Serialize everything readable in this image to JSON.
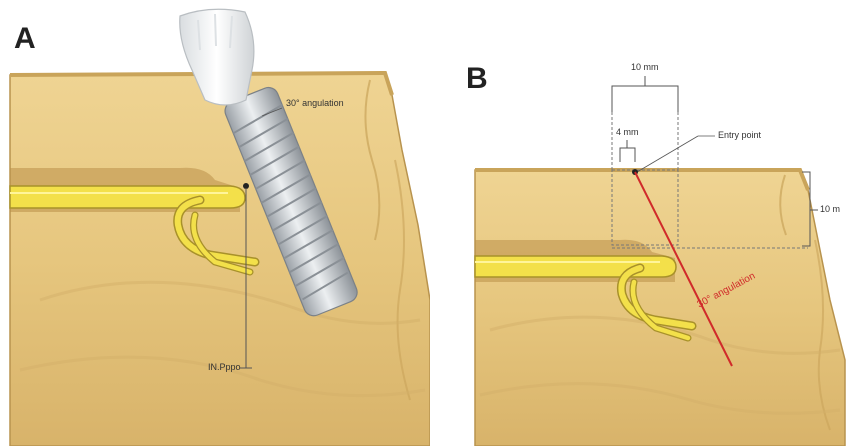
{
  "figure": {
    "panel_a": {
      "label": "A",
      "angulation_label": "30° angulation",
      "depth_label": "IN.Pppo"
    },
    "panel_b": {
      "label": "B",
      "top_span_label": "10 mm",
      "inner_span_label": "4 mm",
      "entry_point_label": "Entry point",
      "side_depth_label": "10 m",
      "angulation_label": "30° angulation"
    },
    "colors": {
      "bone": "#e6c67e",
      "bone_dark": "#c9a45a",
      "nerve": "#f3e04a",
      "nerve_outline": "#a8912a",
      "implant": "#c8ccd0",
      "crown": "#eef0f2",
      "trajectory_red": "#d02a2a",
      "annotation": "#333333"
    },
    "icons": [
      "bone-block",
      "inferior-alveolar-nerve",
      "mental-nerve-loop",
      "dental-implant",
      "implant-crown",
      "trajectory-line"
    ]
  }
}
